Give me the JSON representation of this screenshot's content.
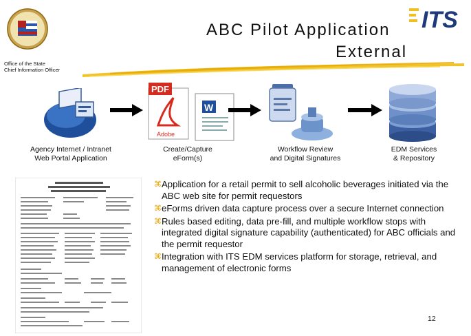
{
  "header": {
    "title_line1": "ABC Pilot Application",
    "title_line2": "External",
    "office_line1": "Office of the State",
    "office_line2": "Chief Information Officer",
    "logo_text": "ITS"
  },
  "flow": {
    "steps": [
      {
        "icon": "web-portal-icon",
        "line1": "Agency Internet / Intranet",
        "line2": "Web Portal Application"
      },
      {
        "icon": "pdf-word-eform-icon",
        "line1": "Create/Capture",
        "line2": "eForm(s)"
      },
      {
        "icon": "workflow-signature-icon",
        "line1": "Workflow Review",
        "line2": "and Digital Signatures"
      },
      {
        "icon": "database-icon",
        "line1": "EDM Services",
        "line2": "& Repository"
      }
    ],
    "pdf_label": "PDF",
    "adobe_label": "Adobe",
    "word_label": "W"
  },
  "bullets": [
    "Application for a retail permit to sell alcoholic beverages initiated via the ABC web site for permit requestors",
    "eForms driven data capture process over a secure Internet connection",
    "Rules based editing, data pre-fill, and multiple workflow stops with integrated digital signature capability (authenticated) for ABC officials and the permit requestor",
    "Integration with ITS EDM services platform for storage, retrieval, and management of electronic forms"
  ],
  "bullet_glyph": "⌘",
  "page_number": "12",
  "colors": {
    "accent_yellow": "#f0c020",
    "bullet_orange": "#e8a400",
    "its_blue": "#1f3a7a"
  }
}
